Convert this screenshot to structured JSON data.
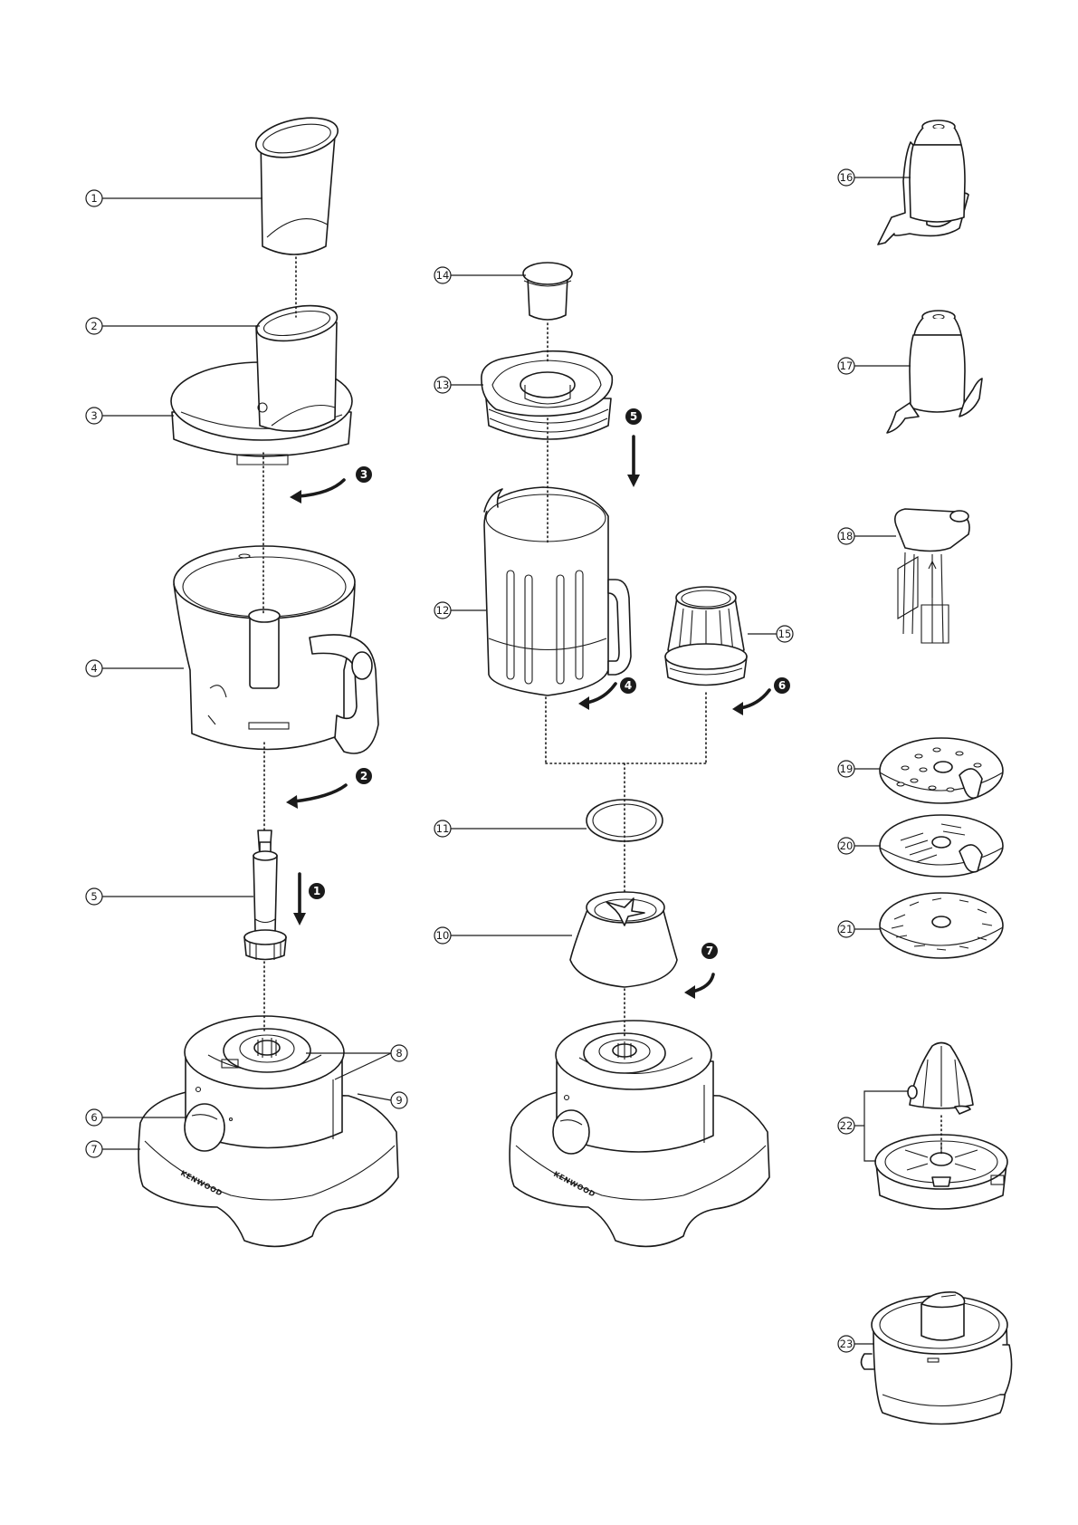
{
  "brand_mark": "KENWOOD",
  "parts": [
    {
      "number": "1"
    },
    {
      "number": "2"
    },
    {
      "number": "3"
    },
    {
      "number": "4"
    },
    {
      "number": "5"
    },
    {
      "number": "6"
    },
    {
      "number": "7"
    },
    {
      "number": "8"
    },
    {
      "number": "9"
    },
    {
      "number": "10"
    },
    {
      "number": "11"
    },
    {
      "number": "12"
    },
    {
      "number": "13"
    },
    {
      "number": "14"
    },
    {
      "number": "15"
    },
    {
      "number": "16"
    },
    {
      "number": "17"
    },
    {
      "number": "18"
    },
    {
      "number": "19"
    },
    {
      "number": "20"
    },
    {
      "number": "21"
    },
    {
      "number": "22"
    },
    {
      "number": "23"
    }
  ],
  "steps": [
    {
      "number": "1"
    },
    {
      "number": "2"
    },
    {
      "number": "3"
    },
    {
      "number": "4"
    },
    {
      "number": "5"
    },
    {
      "number": "6"
    },
    {
      "number": "7"
    }
  ]
}
